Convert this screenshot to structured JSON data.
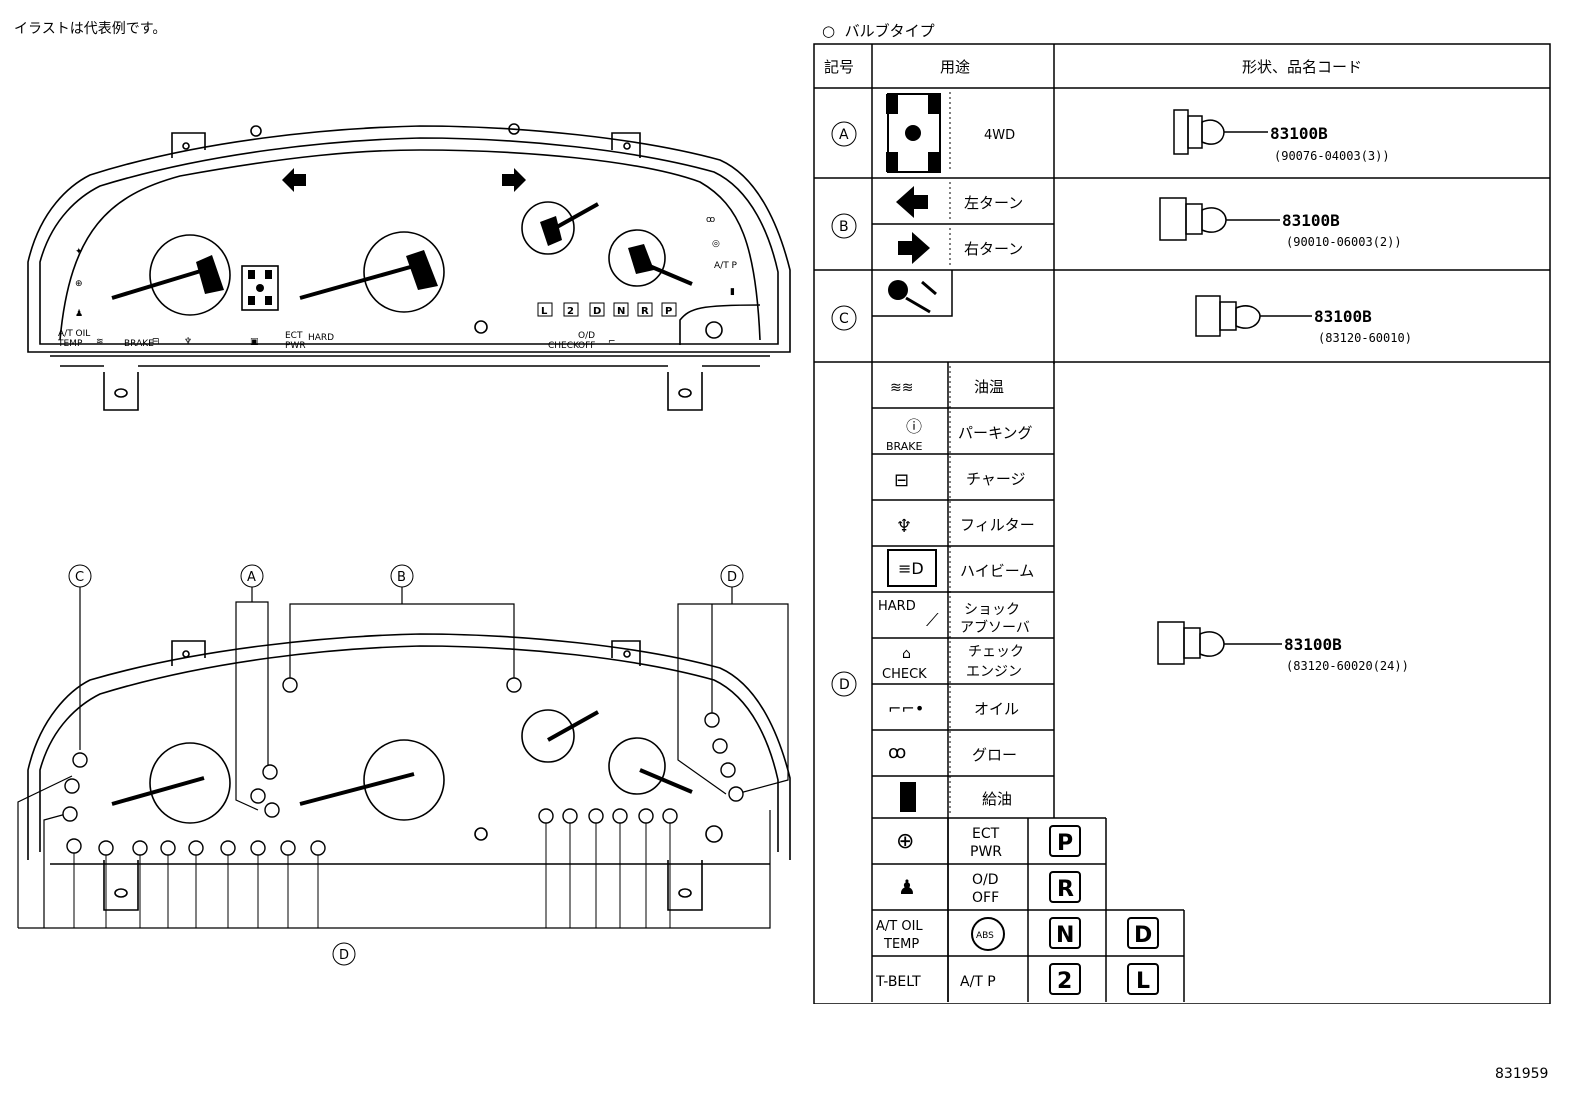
{
  "note": "イラストは代表例です。",
  "legend_title": "バルブタイプ",
  "table": {
    "headers": {
      "symbol": "記号",
      "use": "用途",
      "shape": "形状、品名コード"
    },
    "row_a": {
      "symbol": "A",
      "use": "4WD",
      "part": "83100B",
      "sub": "(90076-04003(3))"
    },
    "row_b": {
      "symbol": "B",
      "use_left": "左ターン",
      "use_right": "右ターン",
      "part": "83100B",
      "sub": "(90010-06003(2))"
    },
    "row_c": {
      "symbol": "C",
      "part": "83100B",
      "sub": "(83120-60010)"
    },
    "row_d": {
      "symbol": "D",
      "part": "83100B",
      "sub": "(83120-60020(24))",
      "items": [
        "油温",
        "パーキング",
        "チャージ",
        "フィルター",
        "ハイビーム",
        "ショック\nアブソーバ",
        "チェック\nエンジン",
        "オイル",
        "グロー",
        "給油"
      ],
      "brake_label": "BRAKE",
      "hard_label": "HARD",
      "check_label": "CHECK",
      "grid": {
        "ect": "ECT",
        "pwr": "PWR",
        "od": "O/D",
        "off": "OFF",
        "atoil": "A/T OIL",
        "temp": "TEMP",
        "tbelt": "T-BELT",
        "atp": "A/T P",
        "abs": "ABS",
        "p": "P",
        "r": "R",
        "n": "N",
        "d": "D",
        "two": "2",
        "l": "L"
      }
    }
  },
  "cluster": {
    "atp_label": "A/T P",
    "bottom_labels": [
      "A/T OIL",
      "TEMP",
      "BRAKE",
      "HARD",
      "ECT",
      "PWR",
      "CHECK",
      "O/D",
      "OFF"
    ],
    "gear_letters": [
      "L",
      "2",
      "D",
      "N",
      "R",
      "P"
    ]
  },
  "callouts": {
    "c": "C",
    "a": "A",
    "b": "B",
    "d": "D",
    "d_bottom": "D"
  },
  "page_number": "831959"
}
